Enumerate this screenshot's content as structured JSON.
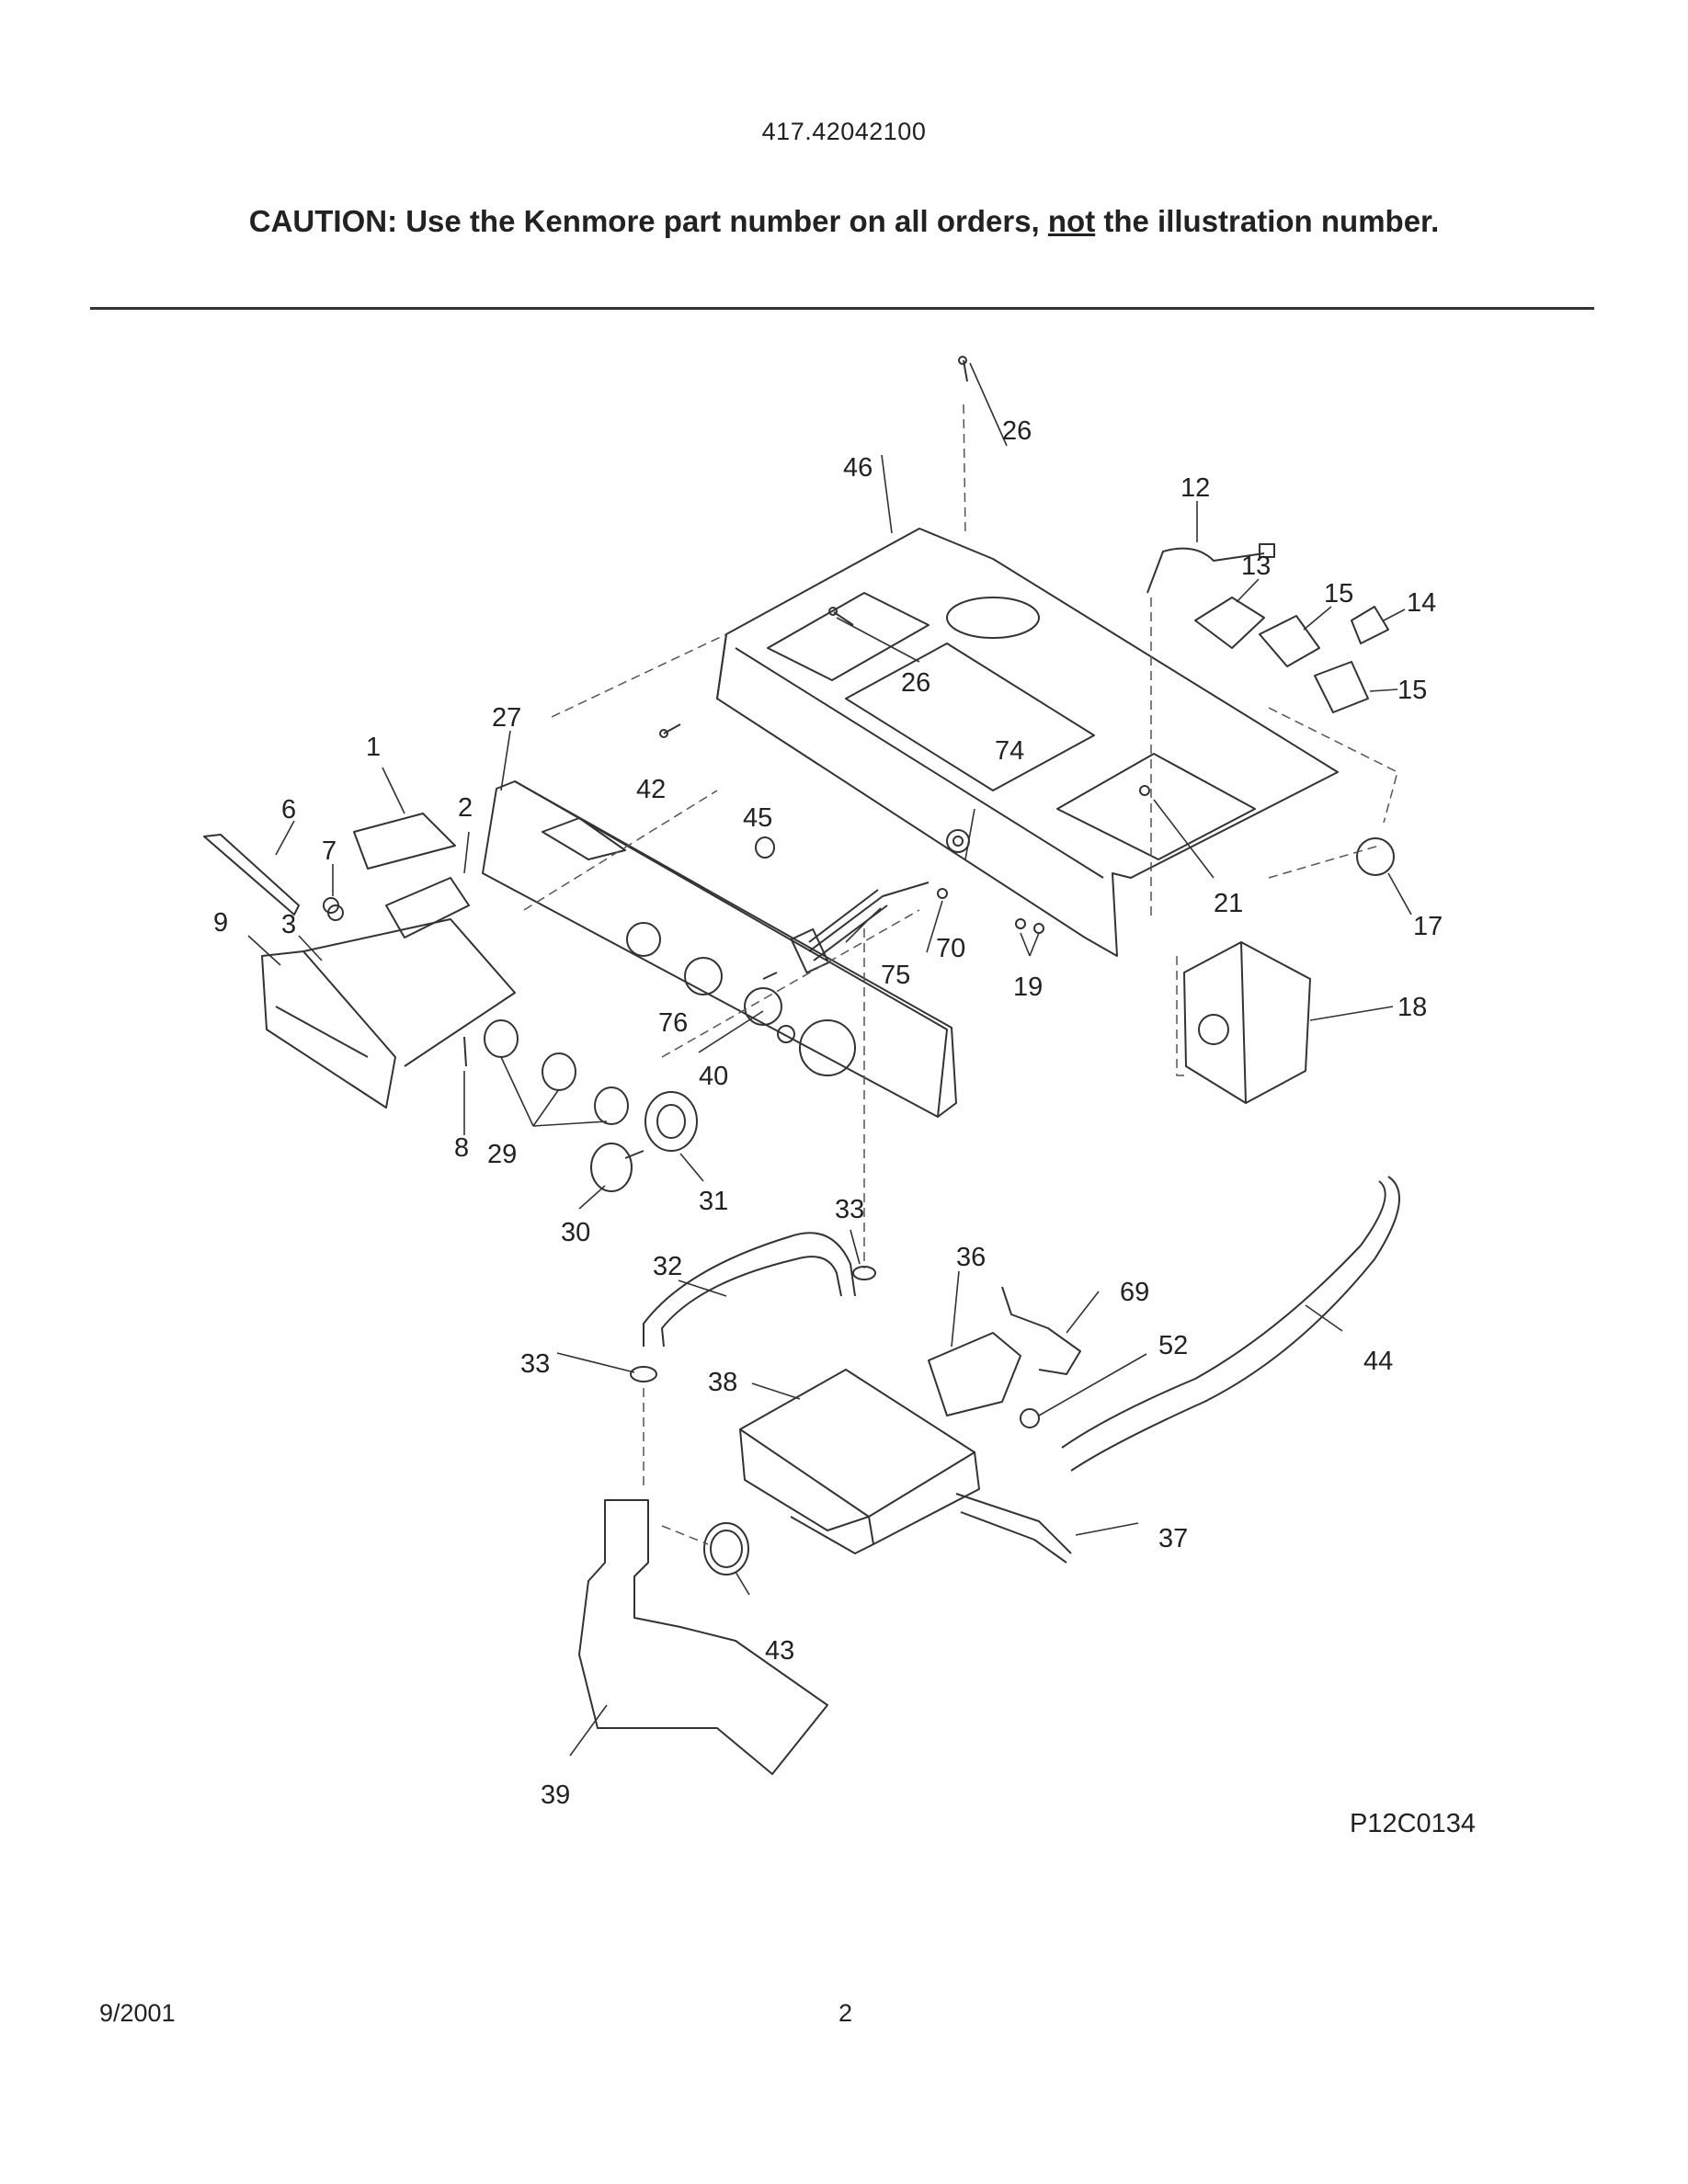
{
  "header": {
    "model_number": "417.42042100",
    "caution_prefix": "CAUTION: Use the Kenmore part number on all orders, ",
    "caution_emphasis": "not",
    "caution_suffix": " the illustration number."
  },
  "diagram": {
    "figure_code": "P12C0134",
    "callouts": {
      "c1": "1",
      "c2": "2",
      "c3": "3",
      "c6": "6",
      "c7": "7",
      "c8": "8",
      "c9": "9",
      "c12": "12",
      "c13": "13",
      "c14": "14",
      "c15a": "15",
      "c15b": "15",
      "c17": "17",
      "c18": "18",
      "c19": "19",
      "c21": "21",
      "c26a": "26",
      "c26b": "26",
      "c27": "27",
      "c29": "29",
      "c30": "30",
      "c31": "31",
      "c32": "32",
      "c33a": "33",
      "c33b": "33",
      "c36": "36",
      "c37": "37",
      "c38": "38",
      "c39": "39",
      "c40": "40",
      "c42": "42",
      "c43": "43",
      "c44": "44",
      "c45": "45",
      "c46": "46",
      "c52": "52",
      "c69": "69",
      "c70": "70",
      "c74": "74",
      "c75": "75",
      "c76": "76"
    }
  },
  "footer": {
    "date": "9/2001",
    "page_number": "2"
  }
}
